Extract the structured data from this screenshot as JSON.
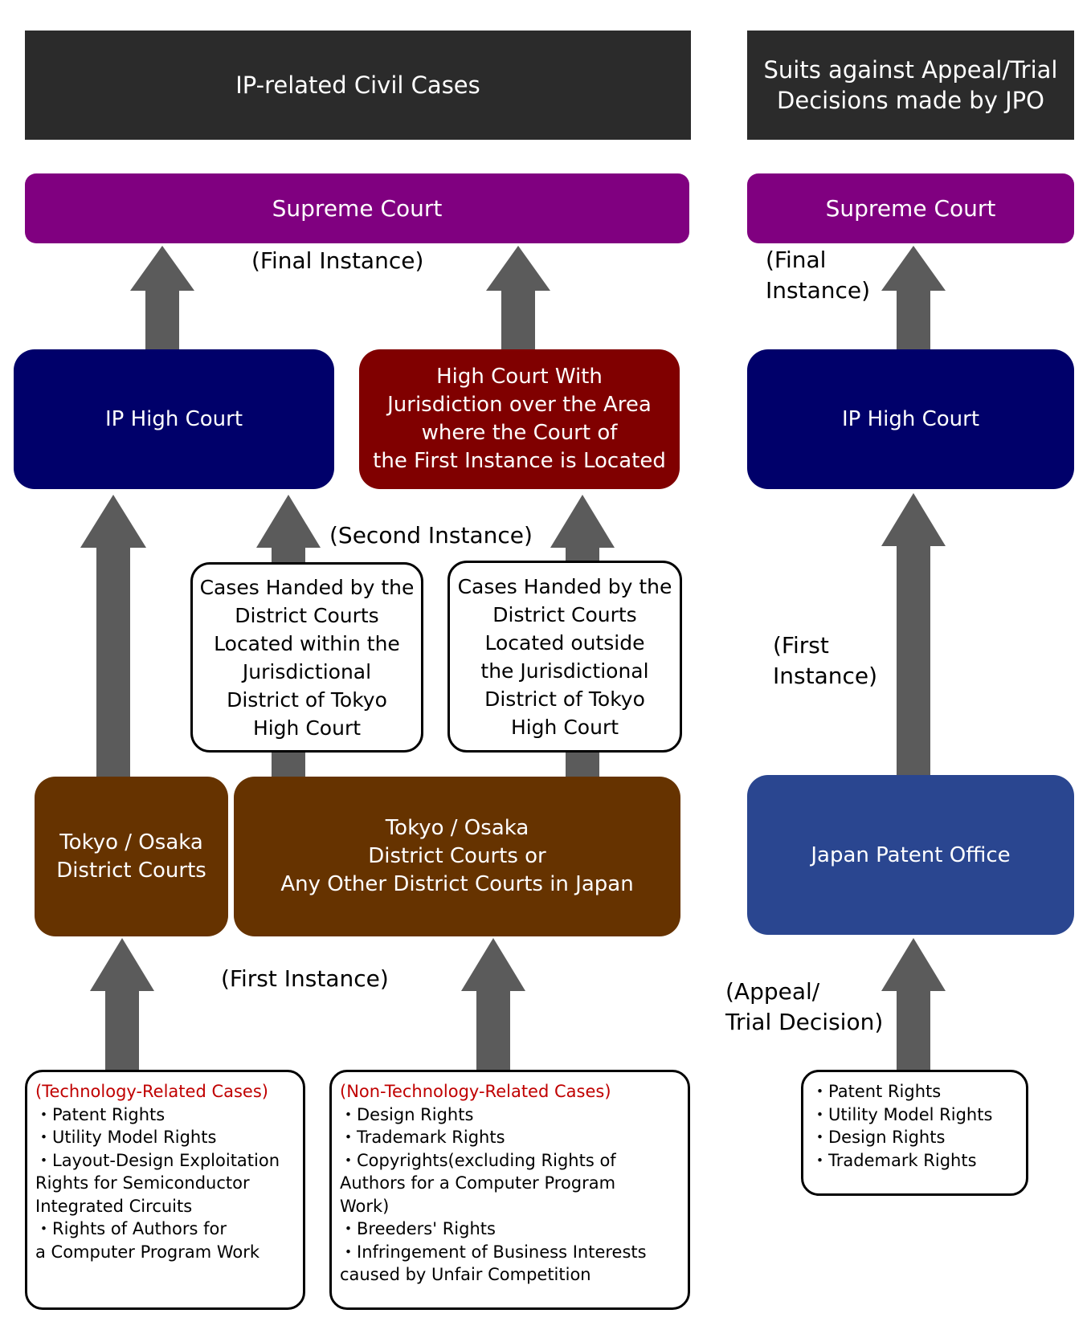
{
  "headers": {
    "civil": "IP-related Civil Cases",
    "jpo": "Suits against Appeal/Trial\nDecisions made by JPO"
  },
  "courts": {
    "supreme_left": "Supreme Court",
    "supreme_right": "Supreme Court",
    "ip_high_left": "IP High Court",
    "high_area": "High Court With\nJurisdiction over the Area\nwhere the Court of\nthe First Instance is Located",
    "ip_high_right": "IP High Court",
    "tokyo_osaka": "Tokyo / Osaka\nDistrict Courts",
    "tokyo_osaka_any": "Tokyo / Osaka\nDistrict Courts or\nAny Other District Courts in Japan",
    "jpo": "Japan Patent Office"
  },
  "cases": {
    "within": "Cases Handed by the\nDistrict Courts\nLocated within the\nJurisdictional\nDistrict of Tokyo\nHigh Court",
    "outside": "Cases Handed by the\nDistrict Courts\nLocated outside\nthe Jurisdictional\nDistrict of Tokyo\nHigh Court"
  },
  "labels": {
    "final_left": "(Final Instance)",
    "final_right": "(Final\n Instance)",
    "second": "(Second Instance)",
    "first_right": "(First\n Instance)",
    "first_left": "(First Instance)",
    "appeal": "(Appeal/\n Trial Decision)"
  },
  "lists": {
    "tech": {
      "title": "(Technology-Related Cases)",
      "items": [
        "・Patent Rights",
        "・Utility Model Rights",
        "・Layout-Design Exploitation\n  Rights for Semiconductor\n  Integrated Circuits",
        "・Rights of Authors for\n  a Computer Program Work"
      ]
    },
    "nontech": {
      "title": "(Non-Technology-Related Cases)",
      "items": [
        "・Design Rights",
        "・Trademark Rights",
        "・Copyrights(excluding Rights of\n  Authors for a Computer Program\n  Work)",
        "・Breeders' Rights",
        "・Infringement of Business Interests\n  caused by Unfair Competition"
      ]
    },
    "jpo": {
      "items": [
        "・Patent Rights",
        "・Utility Model Rights",
        "・Design Rights",
        "・Trademark Rights"
      ]
    }
  },
  "colors": {
    "header_bg": "#2b2b2b",
    "supreme": "#800080",
    "ip_high": "#00006a",
    "high_court": "#800000",
    "district": "#663300",
    "jpo": "#2a4690",
    "arrow": "#5b5b5b",
    "case_title": "#c00000"
  }
}
